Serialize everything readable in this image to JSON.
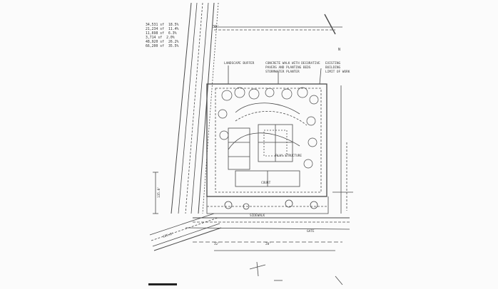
{
  "legend": {
    "rows": [
      {
        "area": "34,531 sf",
        "pct": "18.5%"
      },
      {
        "area": "21,234 sf",
        "pct": "11.4%"
      },
      {
        "area": "11,698 sf",
        "pct": "6.3%"
      },
      {
        "area": "3,714 sf",
        "pct": "2.0%"
      },
      {
        "area": "48,920 sf",
        "pct": "26.2%"
      },
      {
        "area": "66,200 sf",
        "pct": "35.5%"
      }
    ]
  },
  "notes": {
    "top_dimension": "30'",
    "north_label": "N",
    "zone_a_label": "LANDSCAPE BUFFER",
    "zone_b_line1": "CONCRETE WALK WITH DECORATIVE",
    "zone_b_line2": "PAVERS AND PLANTING BEDS",
    "zone_b_line3": "STORMWATER PLANTER",
    "zone_c_line1": "EXISTING",
    "zone_c_line2": "BUILDING",
    "zone_c_line3": "LIMIT OF WORK",
    "center_label": "PLAY STRUCTURE",
    "court_label": "COURT",
    "bottom_label": "SIDEWALK",
    "gate_label": "GATE",
    "dim_left": "135.0'",
    "dim_bottom_left": "125.8'",
    "dim_bottom_a": "32'",
    "dim_bottom_b": "28'"
  },
  "colors": {
    "ink": "#3a3a3a",
    "paper": "#fbfbfb"
  }
}
